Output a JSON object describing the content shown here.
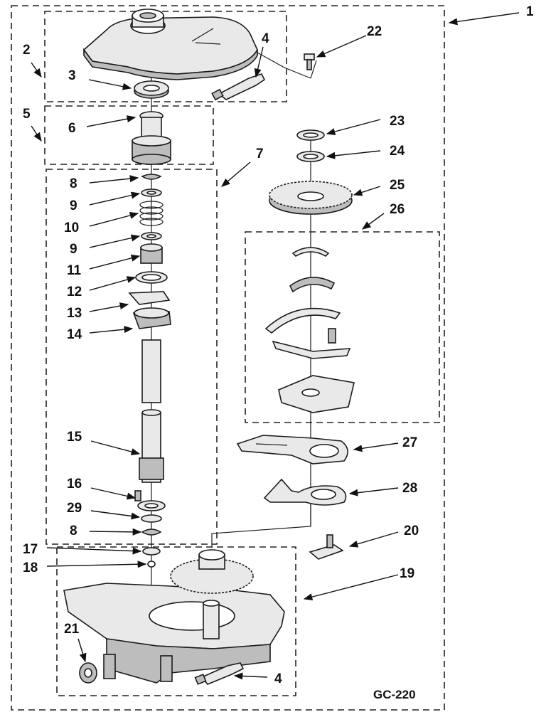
{
  "diagram": {
    "code": "GC-220",
    "callouts": {
      "c1": "1",
      "c2": "2",
      "c3": "3",
      "c4a": "4",
      "c4b": "4",
      "c5": "5",
      "c6": "6",
      "c7": "7",
      "c8a": "8",
      "c8b": "8",
      "c9a": "9",
      "c9b": "9",
      "c10": "10",
      "c11": "11",
      "c12": "12",
      "c13": "13",
      "c14": "14",
      "c15": "15",
      "c16": "16",
      "c17": "17",
      "c18": "18",
      "c19": "19",
      "c20": "20",
      "c21": "21",
      "c22": "22",
      "c23": "23",
      "c24": "24",
      "c25": "25",
      "c26": "26",
      "c27": "27",
      "c28": "28",
      "c29": "29"
    }
  }
}
